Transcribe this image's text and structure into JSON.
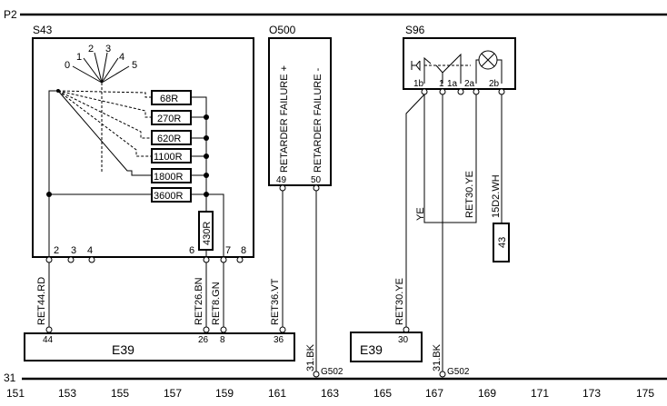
{
  "rails": {
    "top_label": "P2",
    "bottom_label": "31"
  },
  "grid_columns": [
    "151",
    "153",
    "155",
    "157",
    "159",
    "161",
    "163",
    "165",
    "167",
    "169",
    "171",
    "173",
    "175"
  ],
  "components": {
    "s43": {
      "id": "S43",
      "positions": [
        "0",
        "1",
        "2",
        "3",
        "4",
        "5"
      ],
      "resistors": [
        "68R",
        "270R",
        "620R",
        "1100R",
        "1800R",
        "3600R"
      ],
      "series_resistor": "430R",
      "pins": [
        "2",
        "3",
        "4",
        "6",
        "7",
        "8"
      ]
    },
    "o500": {
      "id": "O500",
      "labels": [
        "RETARDER FAILURE +",
        "RETARDER FAILURE -"
      ],
      "pins": [
        "49",
        "50"
      ]
    },
    "s96": {
      "id": "S96",
      "pins": [
        "1b",
        "1",
        "1a",
        "2a",
        "2b"
      ]
    },
    "e39_left": {
      "id": "E39",
      "pins": [
        "44",
        "26",
        "8",
        "36"
      ]
    },
    "e39_right": {
      "id": "E39",
      "pins": [
        "30"
      ]
    },
    "connector_43": {
      "id": "43"
    }
  },
  "wires": {
    "ret44": "RET44.RD",
    "ret26": "RET26.BN",
    "ret8": "RET8.GN",
    "ret36": "RET36.VT",
    "gnd_left": "31.BK",
    "ret30_bottom": "RET30.YE",
    "gnd_right": "31.BK",
    "ye": "YE",
    "ret30_top": "RET30.YE",
    "d15": "15D2.WH"
  },
  "grounds": {
    "left": "G502",
    "right": "G502"
  }
}
